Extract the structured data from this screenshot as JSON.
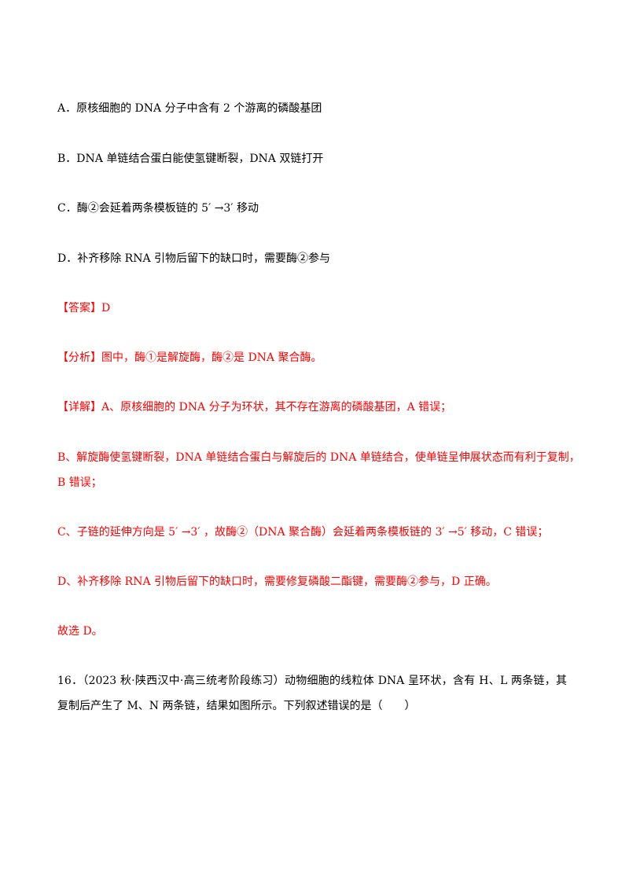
{
  "options": {
    "A": "A．原核细胞的 DNA 分子中含有 2 个游离的磷酸基团",
    "B": "B．DNA 单链结合蛋白能使氢键断裂，DNA 双链打开",
    "C": "C．酶②会延着两条模板链的 5′ →3′ 移动",
    "D": "D．补齐移除 RNA 引物后留下的缺口时，需要酶②参与"
  },
  "answer": {
    "label": "【答案】",
    "value": "D"
  },
  "analysis": {
    "label": "【分析】",
    "text": "图中，酶①是解旋酶，酶②是 DNA 聚合酶。"
  },
  "detail": {
    "label": "【详解】",
    "a": "A、原核细胞的 DNA 分子为环状，其不存在游离的磷酸基团，A 错误；",
    "b_line1": "B、解旋酶使氢键断裂，DNA 单链结合蛋白与解旋后的 DNA 单链结合，使单链呈伸展状态而有利于复制，",
    "b_line2": "B 错误；",
    "c": "C、子链的延伸方向是 5′ →3′ ，故酶②（DNA 聚合酶）会延着两条模板链的 3′ →5′ 移动，C 错误；",
    "d": "D、补齐移除 RNA 引物后留下的缺口时，需要修复磷酸二酯键，需要酶②参与，D 正确。",
    "conclusion": "故选 D。"
  },
  "question16": {
    "number": "16．",
    "source": "（2023 秋·陕西汉中·高三统考阶段练习）",
    "text": "动物细胞的线粒体 DNA 呈环状，含有 H、L 两条链，其复制后产生了 M、N 两条链，结果如图所示。下列叙述错误的是（　　）"
  }
}
